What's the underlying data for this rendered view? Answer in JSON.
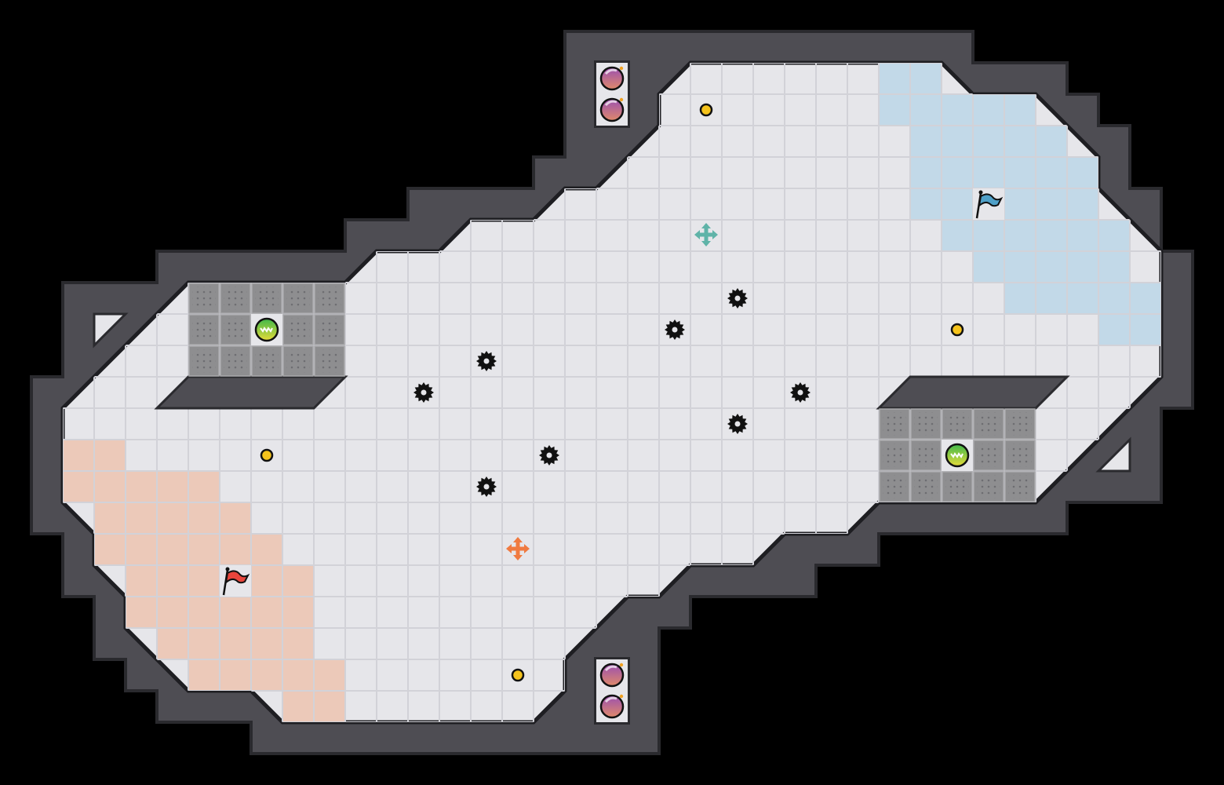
{
  "level": {
    "grid_unit": "tile",
    "colors": {
      "background": "#000000",
      "wall": "#4e4d53",
      "wall_edge": "#2a2a2e",
      "floor": "#e6e6ea",
      "grid_line": "#d2d2d8",
      "red_zone": "#ecc9b9",
      "blue_zone": "#c2d9e8",
      "block": "#8e8e90",
      "coin": "#f5c31c",
      "bomb": "#a05ca8",
      "orb": "#7cc84a",
      "red_flag": "#e8453c",
      "blue_flag": "#4fa0c8",
      "teal_spawn": "#5fb3a8",
      "orange_spawn": "#f07a40"
    },
    "red_zone_rows": [
      {
        "row": 14,
        "from": 2,
        "to": 3
      },
      {
        "row": 15,
        "from": 2,
        "to": 6
      },
      {
        "row": 16,
        "from": 3,
        "to": 7
      },
      {
        "row": 17,
        "from": 3,
        "to": 8
      },
      {
        "row": 18,
        "from": 4,
        "to": 9
      },
      {
        "row": 19,
        "from": 4,
        "to": 9
      },
      {
        "row": 20,
        "from": 5,
        "to": 9
      },
      {
        "row": 21,
        "from": 6,
        "to": 10
      },
      {
        "row": 22,
        "from": 9,
        "to": 10
      }
    ],
    "blue_zone_rows": [
      {
        "row": 2,
        "from": 28,
        "to": 29
      },
      {
        "row": 3,
        "from": 28,
        "to": 32
      },
      {
        "row": 4,
        "from": 29,
        "to": 33
      },
      {
        "row": 5,
        "from": 29,
        "to": 34
      },
      {
        "row": 6,
        "from": 29,
        "to": 34
      },
      {
        "row": 7,
        "from": 30,
        "to": 35
      },
      {
        "row": 8,
        "from": 31,
        "to": 35
      },
      {
        "row": 9,
        "from": 32,
        "to": 36
      },
      {
        "row": 10,
        "from": 35,
        "to": 36
      }
    ],
    "block_areas": [
      {
        "name": "left-block",
        "col": 6,
        "row": 9,
        "cols": 5,
        "rows": 3
      },
      {
        "name": "right-block",
        "col": 28,
        "row": 13,
        "cols": 5,
        "rows": 3
      }
    ],
    "entities": [
      {
        "type": "bomb",
        "icon": "bomb-icon",
        "col": 19,
        "row": 2
      },
      {
        "type": "bomb",
        "icon": "bomb-icon",
        "col": 19,
        "row": 3
      },
      {
        "type": "bomb",
        "icon": "bomb-icon",
        "col": 19,
        "row": 21
      },
      {
        "type": "bomb",
        "icon": "bomb-icon",
        "col": 19,
        "row": 22
      },
      {
        "type": "coin",
        "icon": "coin-icon",
        "col": 22,
        "row": 3
      },
      {
        "type": "coin",
        "icon": "coin-icon",
        "col": 30,
        "row": 10
      },
      {
        "type": "coin",
        "icon": "coin-icon",
        "col": 8,
        "row": 14
      },
      {
        "type": "coin",
        "icon": "coin-icon",
        "col": 16,
        "row": 21
      },
      {
        "type": "saw",
        "icon": "saw-gear-icon",
        "col": 23,
        "row": 9
      },
      {
        "type": "saw",
        "icon": "saw-gear-icon",
        "col": 21,
        "row": 10
      },
      {
        "type": "saw",
        "icon": "saw-gear-icon",
        "col": 15,
        "row": 11
      },
      {
        "type": "saw",
        "icon": "saw-gear-icon",
        "col": 13,
        "row": 12
      },
      {
        "type": "saw",
        "icon": "saw-gear-icon",
        "col": 25,
        "row": 12
      },
      {
        "type": "saw",
        "icon": "saw-gear-icon",
        "col": 23,
        "row": 13
      },
      {
        "type": "saw",
        "icon": "saw-gear-icon",
        "col": 17,
        "row": 14
      },
      {
        "type": "saw",
        "icon": "saw-gear-icon",
        "col": 15,
        "row": 15
      },
      {
        "type": "spawn-teal",
        "icon": "move-cross-icon",
        "col": 22,
        "row": 7
      },
      {
        "type": "spawn-orange",
        "icon": "move-cross-icon",
        "col": 16,
        "row": 17
      },
      {
        "type": "flag-red",
        "icon": "flag-icon",
        "col": 7,
        "row": 18
      },
      {
        "type": "flag-blue",
        "icon": "flag-icon",
        "col": 31,
        "row": 6
      },
      {
        "type": "orb",
        "icon": "green-orb-icon",
        "col": 8,
        "row": 10
      },
      {
        "type": "orb",
        "icon": "green-orb-icon",
        "col": 30,
        "row": 14
      }
    ]
  }
}
